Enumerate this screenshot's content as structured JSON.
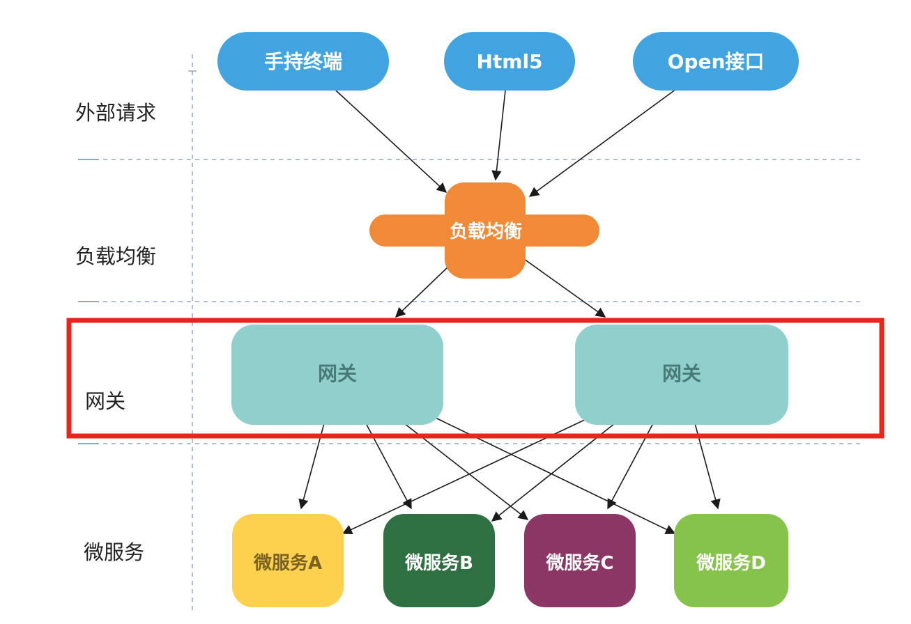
{
  "layers": [
    "外部请求",
    "负载均衡",
    "网关",
    "微服务"
  ],
  "clients": [
    "手持终端",
    "Html5",
    "Open接口"
  ],
  "load_balancer": "负载均衡",
  "gateways": [
    "网关",
    "网关"
  ],
  "microservices": [
    "微服务A",
    "微服务B",
    "微服务C",
    "微服务D"
  ],
  "colors": {
    "client": "#41a3e0",
    "load_balancer": "#f08a36",
    "gateway": "#8fd0cc",
    "service_a": "#fdd14d",
    "service_b": "#2e7042",
    "service_c": "#8c3666",
    "service_d": "#86c34a",
    "highlight": "#e8271c",
    "divider": "#8aaac4"
  },
  "connections": [
    {
      "from": "手持终端",
      "to": "负载均衡"
    },
    {
      "from": "Html5",
      "to": "负载均衡"
    },
    {
      "from": "Open接口",
      "to": "负载均衡"
    },
    {
      "from": "负载均衡",
      "to": "网关 1"
    },
    {
      "from": "负载均衡",
      "to": "网关 2"
    },
    {
      "from": "网关 1",
      "to": "微服务A"
    },
    {
      "from": "网关 1",
      "to": "微服务B"
    },
    {
      "from": "网关 1",
      "to": "微服务C"
    },
    {
      "from": "网关 1",
      "to": "微服务D"
    },
    {
      "from": "网关 2",
      "to": "微服务A"
    },
    {
      "from": "网关 2",
      "to": "微服务B"
    },
    {
      "from": "网关 2",
      "to": "微服务C"
    },
    {
      "from": "网关 2",
      "to": "微服务D"
    }
  ]
}
